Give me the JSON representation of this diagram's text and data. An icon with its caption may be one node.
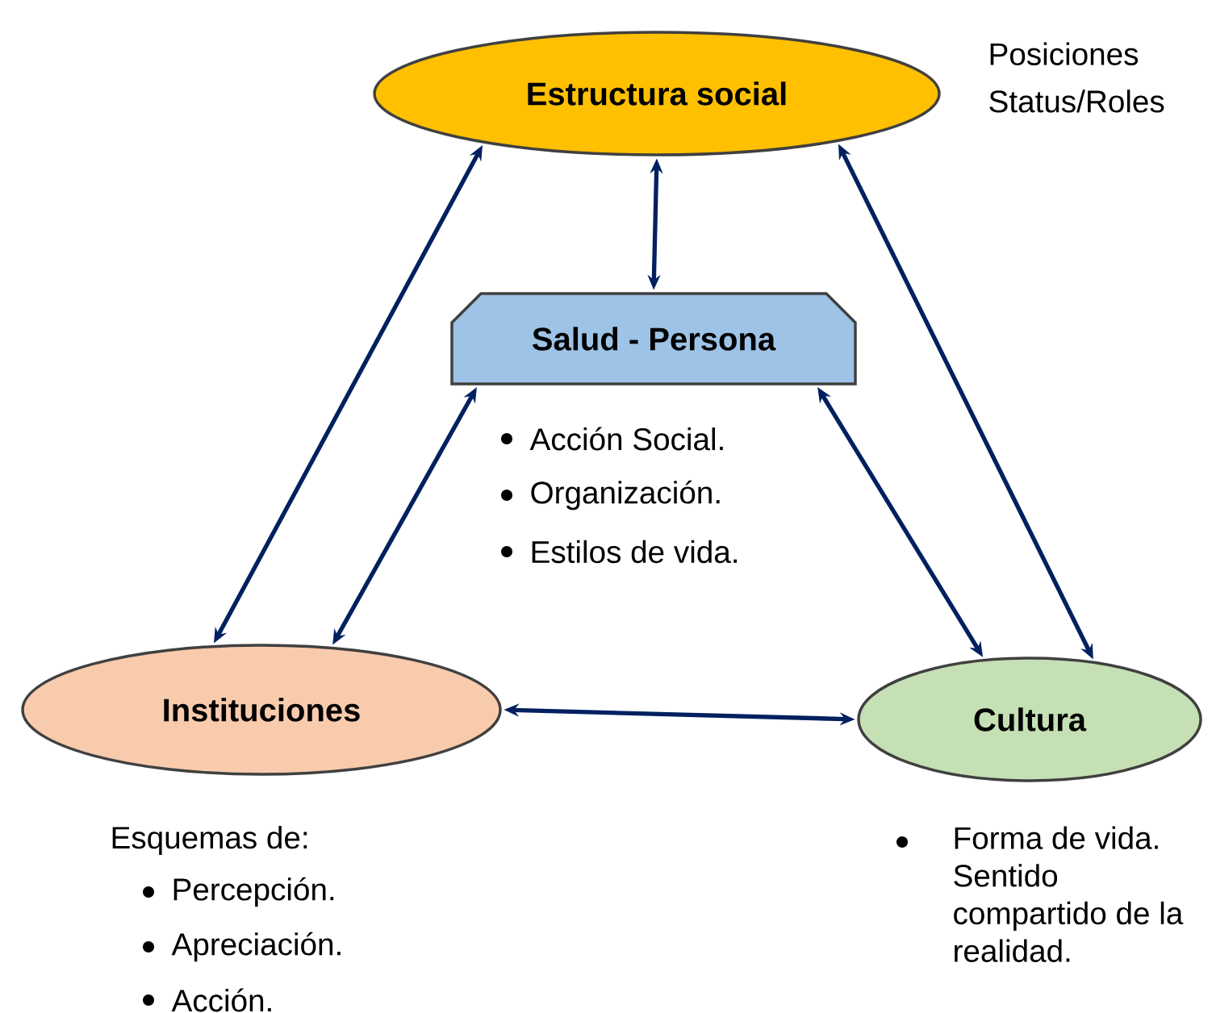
{
  "diagram": {
    "nodes": [
      {
        "text": [
          "Estructura social"
        ],
        "beside": [
          "Posiciones Status/Roles"
        ]
      },
      {
        "text": [
          "Salud - Persona"
        ],
        "beside": [
          "Acción Social.",
          "Organización.",
          "Estilos de vida."
        ]
      },
      {
        "text": [
          "Instituciones"
        ],
        "beside": [
          "Esquemas de:",
          "Percepción.",
          "Apreciación.",
          "Acción."
        ]
      },
      {
        "text": [
          "Cultura"
        ],
        "beside": [
          "Forma de vida. Sentido compartido de la realidad."
        ]
      }
    ],
    "edges": [
      {
        "from": 0,
        "to": 1,
        "arrow": "both"
      },
      {
        "from": 0,
        "to": 2,
        "arrow": "both"
      },
      {
        "from": 0,
        "to": 3,
        "arrow": "both"
      },
      {
        "from": 1,
        "to": 2,
        "arrow": "both"
      },
      {
        "from": 1,
        "to": 3,
        "arrow": "both"
      },
      {
        "from": 2,
        "to": 3,
        "arrow": "both"
      }
    ]
  }
}
